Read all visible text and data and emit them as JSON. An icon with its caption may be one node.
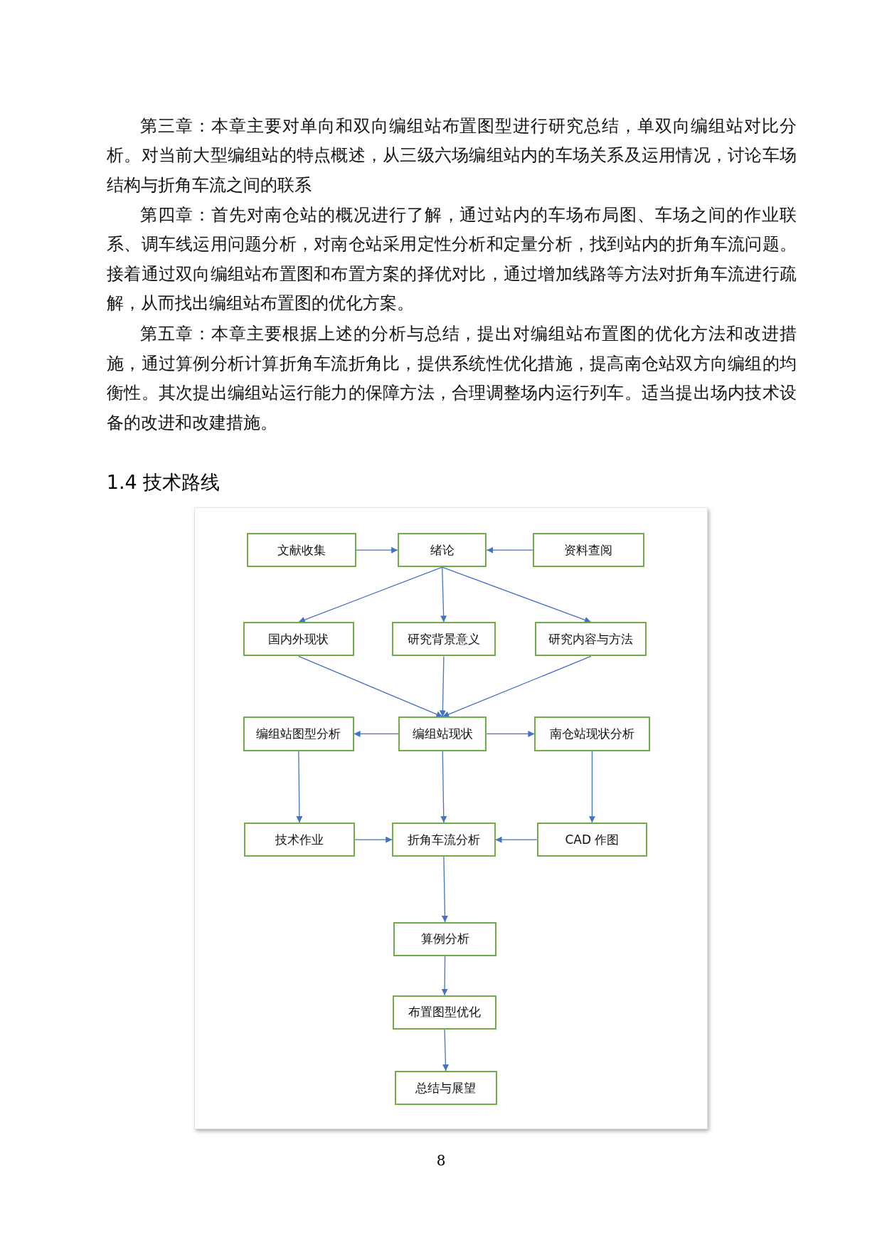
{
  "diagram": {
    "title": "1.4 技术路线",
    "nodes": [
      {
        "text": [
          "文献收集"
        ]
      },
      {
        "text": [
          "绪论"
        ]
      },
      {
        "text": [
          "资料查阅"
        ]
      },
      {
        "text": [
          "国内外现状"
        ]
      },
      {
        "text": [
          "研究背景意义"
        ]
      },
      {
        "text": [
          "研究内容与方法"
        ]
      },
      {
        "text": [
          "编组站图型分析"
        ]
      },
      {
        "text": [
          "编组站现状"
        ]
      },
      {
        "text": [
          "南仓站现状分析"
        ]
      },
      {
        "text": [
          "技术作业"
        ]
      },
      {
        "text": [
          "折角车流分析"
        ]
      },
      {
        "text": [
          "CAD 作图"
        ]
      },
      {
        "text": [
          "算例分析"
        ]
      },
      {
        "text": [
          "布置图型优化"
        ]
      },
      {
        "text": [
          "总结与展望"
        ]
      }
    ],
    "edges": [
      {
        "from": 0,
        "to": 1,
        "arrow": "to"
      },
      {
        "from": 2,
        "to": 1,
        "arrow": "to"
      },
      {
        "from": 1,
        "to": 3,
        "arrow": "to"
      },
      {
        "from": 1,
        "to": 4,
        "arrow": "to"
      },
      {
        "from": 1,
        "to": 5,
        "arrow": "to"
      },
      {
        "from": 3,
        "to": 7,
        "arrow": "to"
      },
      {
        "from": 4,
        "to": 7,
        "arrow": "to"
      },
      {
        "from": 5,
        "to": 7,
        "arrow": "to"
      },
      {
        "from": 7,
        "to": 6,
        "arrow": "to"
      },
      {
        "from": 7,
        "to": 8,
        "arrow": "to"
      },
      {
        "from": 6,
        "to": 9,
        "arrow": "to"
      },
      {
        "from": 7,
        "to": 10,
        "arrow": "to"
      },
      {
        "from": 8,
        "to": 11,
        "arrow": "to"
      },
      {
        "from": 9,
        "to": 10,
        "arrow": "to"
      },
      {
        "from": 11,
        "to": 10,
        "arrow": "to"
      },
      {
        "from": 10,
        "to": 12,
        "arrow": "to"
      },
      {
        "from": 12,
        "to": 13,
        "arrow": "to"
      },
      {
        "from": 13,
        "to": 14,
        "arrow": "to"
      }
    ],
    "labels": [
      "第三章：本章主要对单向和双向编组站布置图型进行研究总结，单双向编组站对比分析。对当前大型编组站的特点概述，从三级六场编组站内的车场关系及运用情况，讨论车场结构与折角车流之间的联系",
      "第四章：首先对南仓站的概况进行了解，通过站内的车场布局图、车场之间的作业联系、调车线运用问题分析，对南仓站采用定性分析和定量分析，找到站内的折角车流问题。接着通过双向编组站布置图和布置方案的择优对比，通过增加线路等方法对折角车流进行疏解，从而找出编组站布置图的优化方案。",
      "第五章：本章主要根据上述的分析与总结，提出对编组站布置图的优化方法和改进措施，通过算例分析计算折角车流折角比，提供系统性优化措施，提高南仓站双方向编组的均衡性。其次提出编组站运行能力的保障方法，合理调整场内运行列车。适当提出场内技术设备的改进和改建措施。",
      "8"
    ]
  }
}
